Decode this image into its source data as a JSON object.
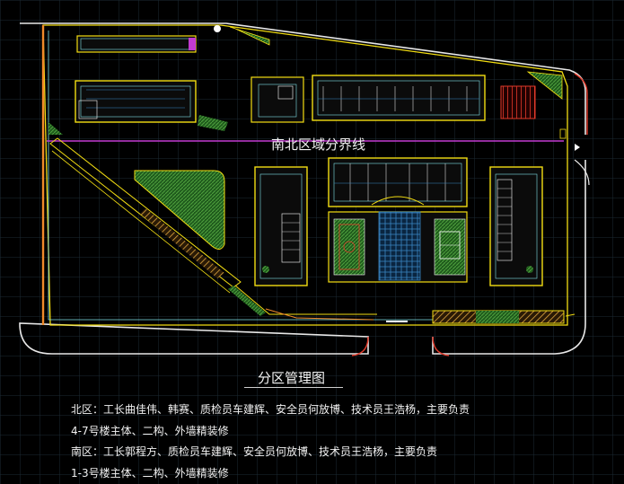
{
  "diagram": {
    "divider_label": "南北区域分界线",
    "title": "分区管理图",
    "notes": [
      "北区：工长曲佳伟、韩赛、质检员车建辉、安全员何放博、技术员王浩杨，主要负责",
      "4-7号楼主体、二构、外墙精装修",
      "南区：工长郭程方、质检员车建辉、安全员何放博、技术员王浩杨，主要负责",
      "1-3号楼主体、二构、外墙精装修"
    ]
  },
  "colors": {
    "background": "#000000",
    "grid": "#1c2a33",
    "site_boundary": "#e8e8e8",
    "yellow": "#f2dd12",
    "orange_line": "#f08a2a",
    "red_line": "#e33a2a",
    "green_hatch": "#2f7a2a",
    "divider_line": "#c23ad1",
    "cyan_line": "#7fe2e8",
    "text": "#ffffff"
  }
}
